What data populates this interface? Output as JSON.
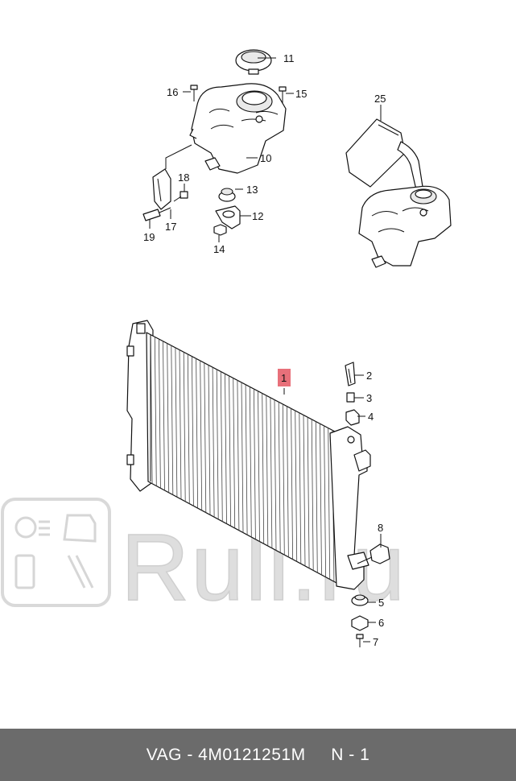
{
  "callouts": {
    "c1": "1",
    "c2": "2",
    "c3": "3",
    "c4": "4",
    "c5": "5",
    "c6": "6",
    "c7": "7",
    "c8": "8",
    "c10": "10",
    "c11": "11",
    "c12": "12",
    "c13": "13",
    "c14": "14",
    "c15": "15",
    "c16": "16",
    "c17": "17",
    "c18": "18",
    "c19": "19",
    "c25": "25"
  },
  "highlight_color": "#e8707a",
  "watermark": {
    "text": "Ruli.ru"
  },
  "footer": {
    "brand": "VAG",
    "sep": " - ",
    "part_number": "4M0121251M",
    "position": "N - 1"
  }
}
